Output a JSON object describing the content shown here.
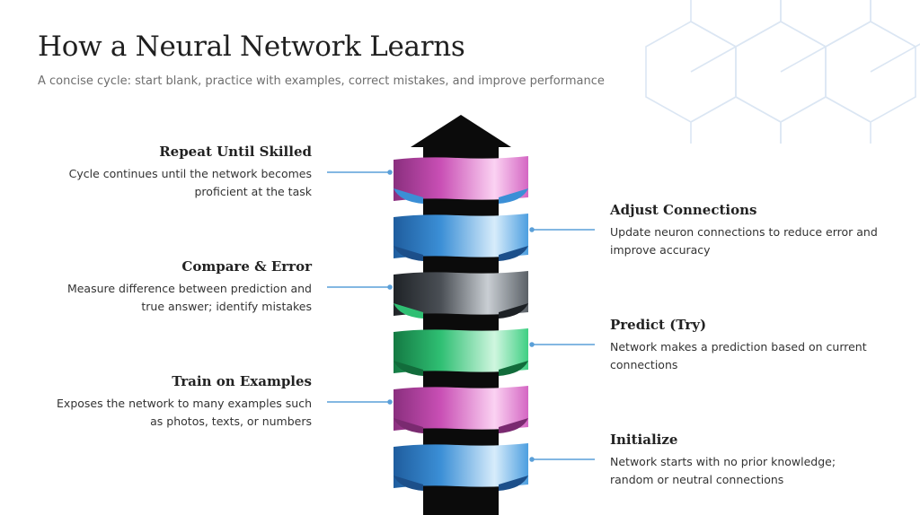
{
  "header": {
    "title": "How a Neural Network Learns",
    "subtitle": "A concise cycle: start blank, practice with examples, correct mistakes, and improve performance"
  },
  "steps": [
    {
      "title": "Initialize",
      "description": "Network starts with no prior knowledge; random or neutral connections",
      "side": "right",
      "color": "#3b8fd6"
    },
    {
      "title": "Train on Examples",
      "description": "Exposes the network to many examples such as photos, texts, or numbers",
      "side": "left",
      "color": "#c94fb5"
    },
    {
      "title": "Predict (Try)",
      "description": "Network makes a prediction based on current connections",
      "side": "right",
      "color": "#2fbf73"
    },
    {
      "title": "Compare & Error",
      "description": "Measure difference between prediction and true answer; identify mistakes",
      "side": "left",
      "color": "#4a4f55"
    },
    {
      "title": "Adjust Connections",
      "description": "Update neuron connections to reduce error and improve accuracy",
      "side": "right",
      "color": "#3b8fd6"
    },
    {
      "title": "Repeat Until Skilled",
      "description": "Cycle continues until the network becomes proficient at the task",
      "side": "left",
      "color": "#c94fb5"
    }
  ],
  "colors": {
    "connector": "#5a9fd8",
    "arrow": "#0b0b0b",
    "hexagon_lines": "#dbe6f3"
  }
}
